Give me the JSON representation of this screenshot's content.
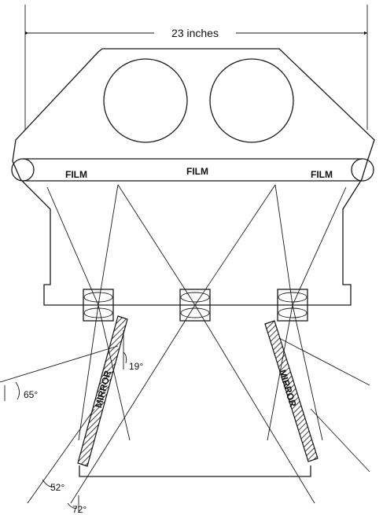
{
  "dimension_label": "23 inches",
  "film_labels": [
    "FILM",
    "FILM",
    "FILM"
  ],
  "mirror_labels": [
    "MIRROR",
    "MIRROR"
  ],
  "angle_labels": {
    "mirror_tilt": "19°",
    "left_upper": "65°",
    "left_lower_a": "52°",
    "left_lower_b": "72°"
  }
}
